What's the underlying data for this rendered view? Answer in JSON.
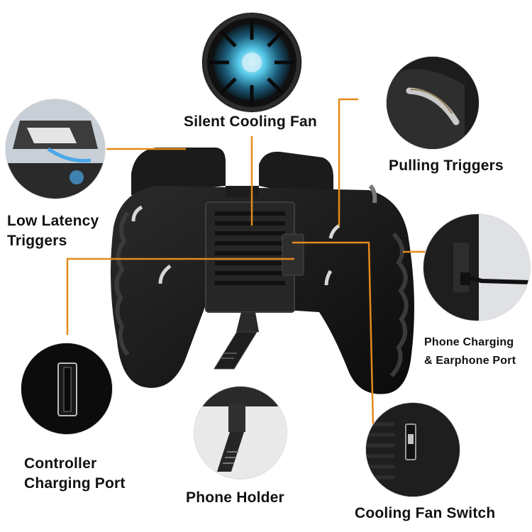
{
  "colors": {
    "leader_line": "#e48a1c",
    "controller_body": "#161616",
    "background": "#ffffff"
  },
  "callouts": {
    "silent_fan": "Silent Cooling Fan",
    "pulling_triggers": "Pulling Triggers",
    "low_latency": [
      "Low Latency",
      "Triggers"
    ],
    "phone_charging": [
      "Phone Charging",
      "& Earphone Port"
    ],
    "controller_charging": [
      "Controller",
      "Charging Port"
    ],
    "phone_holder": "Phone Holder",
    "fan_switch": "Cooling Fan Switch"
  },
  "icons": [
    "cooling-fan-icon",
    "trigger-icon",
    "usb-port-icon",
    "cable-port-icon",
    "phone-holder-icon",
    "switch-icon"
  ]
}
